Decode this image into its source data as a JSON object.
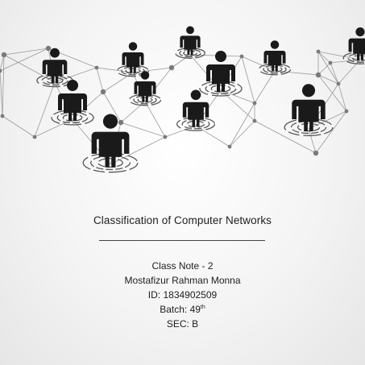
{
  "document": {
    "title": "Classification of Computer Networks",
    "class_note": "Class Note - 2",
    "author": "Mostafizur Rahman Monna",
    "id_line": "ID: 1834902509",
    "batch_label": "Batch: 49",
    "batch_suffix": "th",
    "section": "SEC: B"
  },
  "illustration": {
    "icon": "people-network-icon",
    "line_color": "#9a9a9a",
    "figure_color": "#1a1a1a"
  }
}
